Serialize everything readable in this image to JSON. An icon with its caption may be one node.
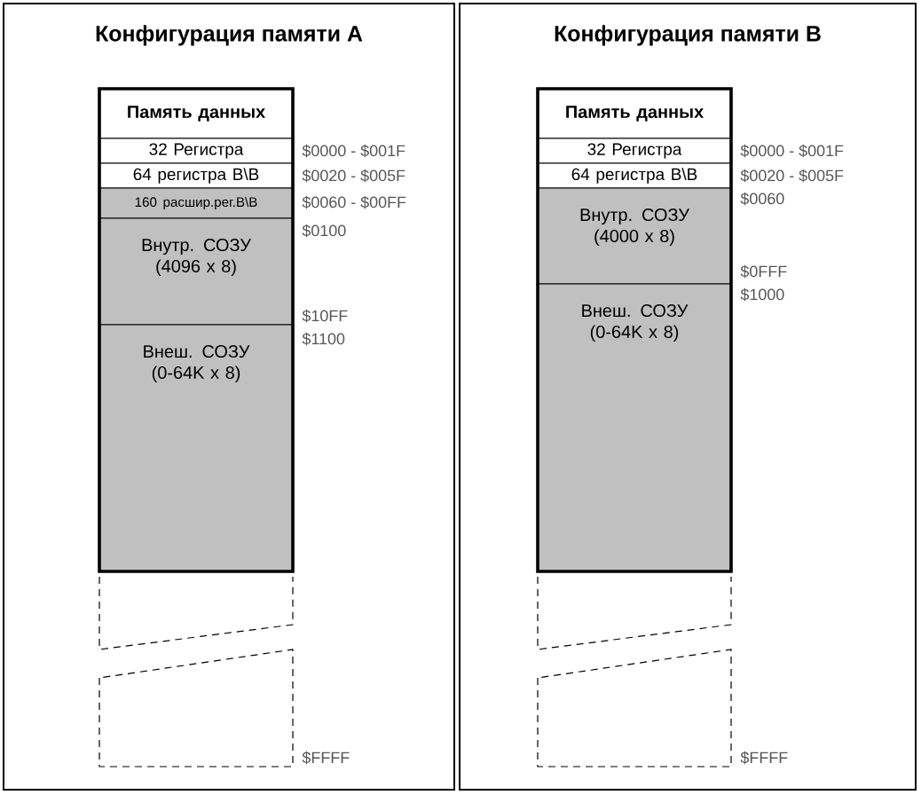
{
  "diagram": {
    "nodes": [
      {
        "text": [
          "Конфигурация памяти A"
        ]
      },
      {
        "text": [
          "Память данных"
        ],
        "in": 0
      },
      {
        "text": [
          "32 Регистра"
        ],
        "in": 0,
        "beside": [
          "$0000 - $001F"
        ]
      },
      {
        "text": [
          "64 регистра В\\В"
        ],
        "in": 0,
        "beside": [
          "$0020 - $005F"
        ]
      },
      {
        "text": [
          "160 расшир.рег.В\\В"
        ],
        "in": 0,
        "beside": [
          "$0060 - $00FF"
        ]
      },
      {
        "text": [
          "Внутр. СОЗУ (4096 x 8)"
        ],
        "in": 0,
        "beside": [
          "$0100",
          "$10FF"
        ]
      },
      {
        "text": [
          "Внеш. СОЗУ (0-64K x 8)"
        ],
        "in": 0,
        "beside": [
          "$1100"
        ]
      },
      {
        "text": [],
        "shape": "box",
        "in": 0
      },
      {
        "text": [],
        "shape": "box",
        "in": 0,
        "beside": [
          "$FFFF"
        ]
      },
      {
        "text": [
          "Конфигурация памяти B"
        ]
      },
      {
        "text": [
          "Память данных"
        ],
        "in": 9
      },
      {
        "text": [
          "32 Регистра"
        ],
        "in": 9,
        "beside": [
          "$0000 - $001F"
        ]
      },
      {
        "text": [
          "64 регистра В\\В"
        ],
        "in": 9,
        "beside": [
          "$0020 - $005F"
        ]
      },
      {
        "text": [
          "Внутр. СОЗУ (4000 x 8)"
        ],
        "in": 9,
        "beside": [
          "$0060",
          "$0FFF"
        ]
      },
      {
        "text": [
          "Внеш. СОЗУ (0-64K x 8)"
        ],
        "in": 9,
        "beside": [
          "$1000"
        ]
      },
      {
        "text": [],
        "shape": "box",
        "in": 9
      },
      {
        "text": [],
        "shape": "box",
        "in": 9,
        "beside": [
          "$FFFF"
        ]
      }
    ]
  }
}
